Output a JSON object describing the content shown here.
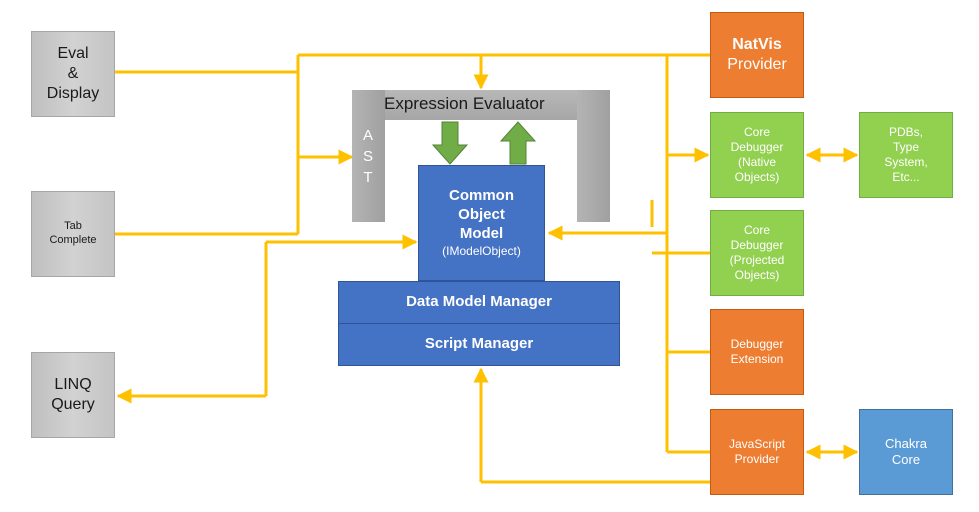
{
  "nodes": {
    "eval_display": {
      "lines": [
        "Eval",
        "&",
        "Display"
      ]
    },
    "tab_complete": {
      "lines": [
        "Tab",
        "Complete"
      ]
    },
    "linq_query": {
      "lines": [
        "LINQ",
        "Query"
      ]
    },
    "expression_evaluator": {
      "title": "Expression Evaluator",
      "ast_letters": [
        "A",
        "S",
        "T"
      ]
    },
    "common_object_model": {
      "lines": [
        "Common",
        "Object",
        "Model"
      ],
      "subtitle": "(IModelObject)"
    },
    "data_model_manager": {
      "label": "Data Model Manager"
    },
    "script_manager": {
      "label": "Script Manager"
    },
    "natvis_provider": {
      "lines": [
        "NatVis",
        "Provider"
      ]
    },
    "core_debugger_native": {
      "lines": [
        "Core",
        "Debugger",
        "(Native",
        "Objects)"
      ]
    },
    "core_debugger_projected": {
      "lines": [
        "Core",
        "Debugger",
        "(Projected",
        "Objects)"
      ]
    },
    "debugger_extension": {
      "lines": [
        "Debugger",
        "Extension"
      ]
    },
    "javascript_provider": {
      "lines": [
        "JavaScript",
        "Provider"
      ]
    },
    "pdbs": {
      "lines": [
        "PDBs,",
        "Type",
        "System,",
        "Etc..."
      ]
    },
    "chakra_core": {
      "lines": [
        "Chakra",
        "Core"
      ]
    }
  },
  "colors": {
    "connector": "#ffc000",
    "inner_arrow": "#70ad47",
    "gray_box": "#c8c8c8",
    "orange_box": "#ed7d31",
    "green_box": "#92d050",
    "blue_box": "#4472c4",
    "light_blue_box": "#5b9bd5",
    "evaluator_frame": "#a6a6a6"
  }
}
